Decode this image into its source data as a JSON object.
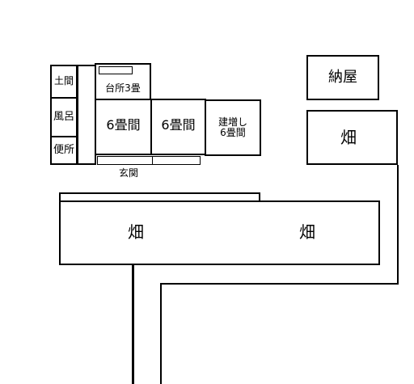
{
  "rooms": {
    "doma": "土間",
    "furo": "風呂",
    "benjo": "便所",
    "daidokoro": "台所3畳",
    "room6a": "6畳間",
    "room6b": "6畳間",
    "extension": "建増し\n6畳間",
    "genkan": "玄関",
    "naya": "納屋"
  },
  "fields": {
    "right_top": "畑",
    "main_left": "畑",
    "main_right": "畑"
  }
}
